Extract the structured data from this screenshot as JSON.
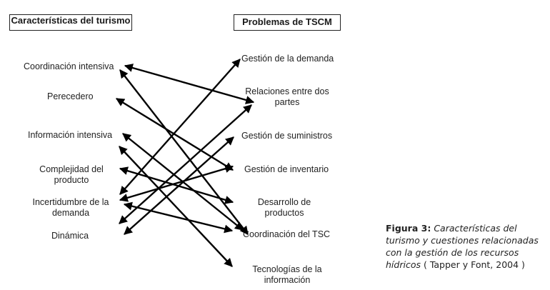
{
  "headers": {
    "left": "Características del turismo",
    "right": "Problemas de TSCM"
  },
  "left_items": [
    {
      "id": "coordinacion-intensiva",
      "label": "Coordinación intensiva"
    },
    {
      "id": "perecedero",
      "label": "Perecedero"
    },
    {
      "id": "informacion-intensiva",
      "label": "Información intensiva"
    },
    {
      "id": "complejidad-producto",
      "label": "Complejidad del producto"
    },
    {
      "id": "incertidumbre-demanda",
      "label": "Incertidumbre de la demanda"
    },
    {
      "id": "dinamica",
      "label": "Dinámica"
    }
  ],
  "right_items": [
    {
      "id": "gestion-demanda",
      "label": "Gestión de la demanda"
    },
    {
      "id": "relaciones-dos-partes",
      "label": "Relaciones entre dos partes"
    },
    {
      "id": "gestion-suministros",
      "label": "Gestión de suministros"
    },
    {
      "id": "gestion-inventario",
      "label": "Gestión de inventario"
    },
    {
      "id": "desarrollo-productos",
      "label": "Desarrollo de productos"
    },
    {
      "id": "coordinacion-tsc",
      "label": "Coordinación del TSC"
    },
    {
      "id": "tecnologias-informacion",
      "label": "Tecnologías de la información"
    }
  ],
  "connections": [
    {
      "from": "coordinacion-intensiva",
      "to": "relaciones-dos-partes"
    },
    {
      "from": "coordinacion-intensiva",
      "to": "coordinacion-tsc"
    },
    {
      "from": "perecedero",
      "to": "gestion-inventario"
    },
    {
      "from": "informacion-intensiva",
      "to": "coordinacion-tsc"
    },
    {
      "from": "informacion-intensiva",
      "to": "tecnologias-informacion"
    },
    {
      "from": "complejidad-producto",
      "to": "desarrollo-productos"
    },
    {
      "from": "incertidumbre-demanda",
      "to": "gestion-demanda"
    },
    {
      "from": "incertidumbre-demanda",
      "to": "gestion-inventario"
    },
    {
      "from": "incertidumbre-demanda",
      "to": "coordinacion-tsc"
    },
    {
      "from": "dinamica",
      "to": "relaciones-dos-partes"
    },
    {
      "from": "dinamica",
      "to": "gestion-suministros"
    }
  ],
  "caption": {
    "figure_label": "Figura 3:",
    "title": "Características del turismo y cuestiones relacionadas con la gestión de los recursos hídricos",
    "citation": "( Tapper y Font, 2004 )"
  },
  "colors": {
    "line": "#000000",
    "text": "#222222"
  }
}
